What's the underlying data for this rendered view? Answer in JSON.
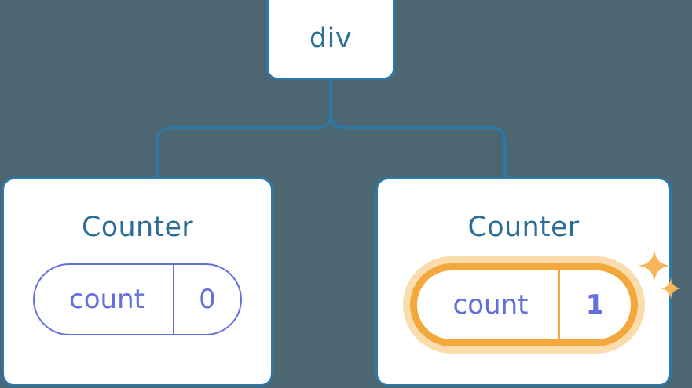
{
  "diagram": {
    "type": "component-tree",
    "background_color": "#4c6772",
    "node_border_color": "#2b79a8",
    "node_fill_color": "#ffffff",
    "title_color": "#2d6e96",
    "state_color": "#6370dc",
    "highlight_color": "#f2a83c",
    "highlight_glow_color": "#fbdcac",
    "sparkle_color": "#f6b659",
    "edge_color": "#2b79a8"
  },
  "root": {
    "label": "div"
  },
  "children": [
    {
      "title": "Counter",
      "state": {
        "key": "count",
        "value": "0"
      },
      "highlighted": false,
      "sparkles": false
    },
    {
      "title": "Counter",
      "state": {
        "key": "count",
        "value": "1"
      },
      "highlighted": true,
      "sparkles": true
    }
  ],
  "icons": {
    "sparkle_large": "sparkle-icon",
    "sparkle_small": "sparkle-small-icon"
  }
}
